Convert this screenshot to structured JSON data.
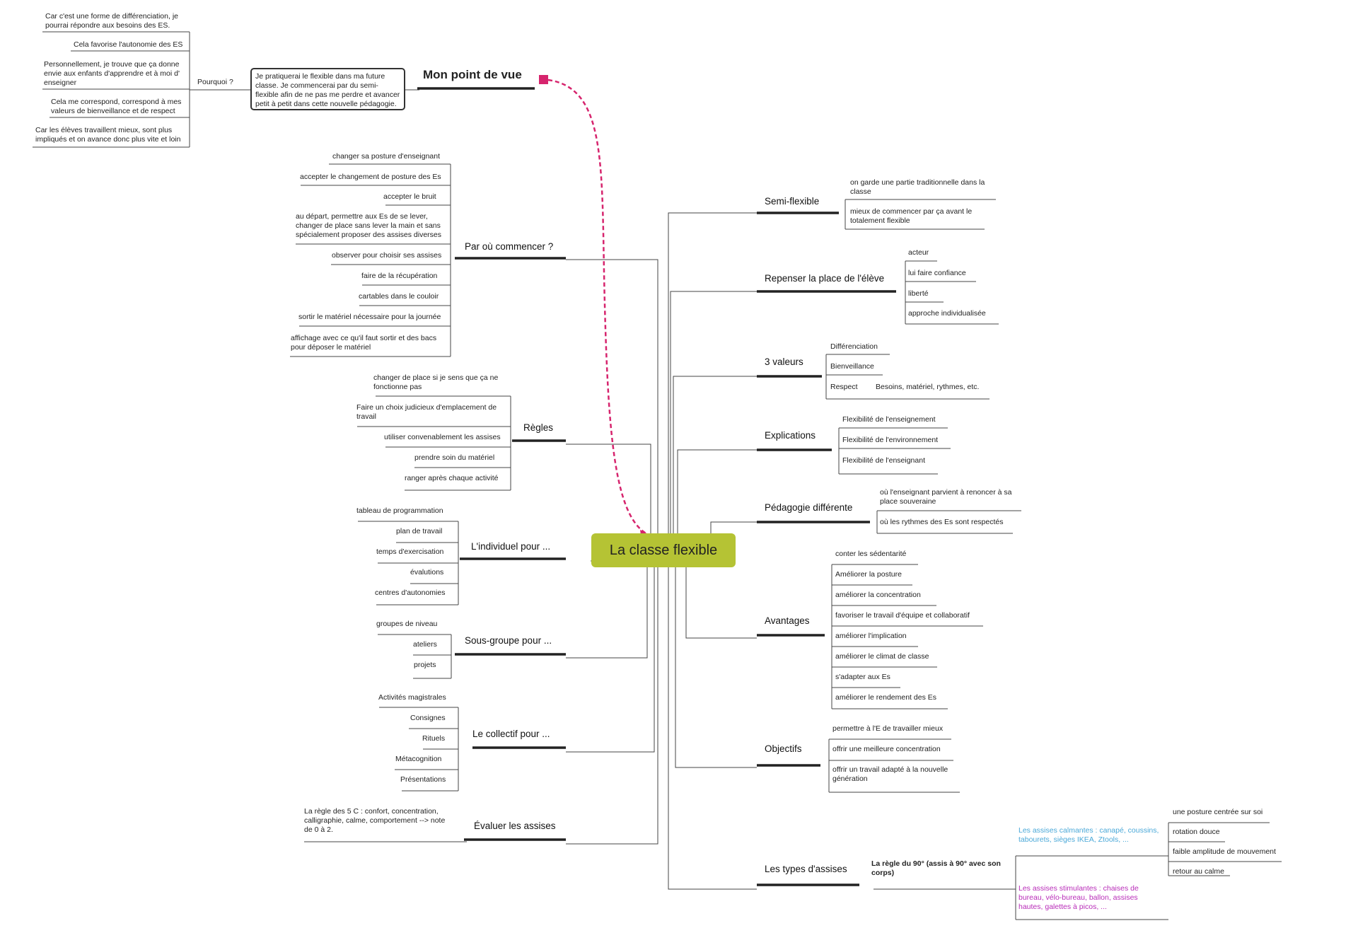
{
  "colors": {
    "center_fill": "#b5c334",
    "relationship": "#d6246d",
    "calm": "#4aa8d8",
    "stim": "#b82cb8",
    "line": "#333333"
  },
  "center": {
    "title": "La classe flexible"
  },
  "point_de_vue": {
    "title": "Mon point de vue",
    "text": "Je pratiquerai le flexible dans ma future classe. Je commencerai par du semi-flexible afin de ne pas me perdre et avancer petit à petit dans cette nouvelle pédagogie.",
    "why_label": "Pourquoi ?",
    "reasons": [
      "Car c'est une forme de différenciation, je pourrai répondre aux besoins des ES.",
      "Cela favorise l'autonomie des ES",
      "Personnellement, je trouve que ça donne envie aux enfants d'apprendre et à moi d' enseigner",
      "Cela me correspond, correspond à mes valeurs de bienveillance et de respect",
      "Car les élèves travaillent mieux, sont plus impliqués et on avance donc plus vite et loin"
    ]
  },
  "left_topics": {
    "par_ou": {
      "title": "Par où commencer ?",
      "items": [
        "changer sa posture d'enseignant",
        "accepter le changement de posture des Es",
        "accepter le bruit",
        "au départ, permettre aux Es de se lever, changer de place sans lever la main et sans spécialement proposer des assises diverses",
        "observer pour choisir ses assises",
        "faire de la récupération",
        "cartables dans le couloir",
        "sortir le matériel nécessaire pour la journée",
        "affichage avec ce qu'il faut sortir et des bacs pour déposer le matériel"
      ]
    },
    "regles": {
      "title": "Règles",
      "items": [
        "changer de place si je sens que ça ne fonctionne pas",
        "Faire un choix judicieux d'emplacement de travail",
        "utiliser convenablement les assises",
        "prendre soin du matériel",
        "ranger après chaque activité"
      ]
    },
    "individuel": {
      "title": "L'individuel pour ...",
      "items": [
        "tableau de programmation",
        "plan de travail",
        "temps d'exercisation",
        "évalutions",
        "centres d'autonomies"
      ]
    },
    "sous_groupe": {
      "title": "Sous-groupe pour ...",
      "items": [
        "groupes de niveau",
        "ateliers",
        "projets"
      ]
    },
    "collectif": {
      "title": "Le collectif pour ...",
      "items": [
        "Activités magistrales",
        "Consignes",
        "Rituels",
        "Métacognition",
        "Présentations"
      ]
    },
    "evaluer": {
      "title": "Évaluer les assises",
      "items": [
        "La règle des 5 C : confort, concentration, calligraphie, calme, comportement --> note de 0 à 2."
      ]
    }
  },
  "right_topics": {
    "semi": {
      "title": "Semi-flexible",
      "items": [
        "on garde une partie traditionnelle dans la classe",
        "mieux de commencer par ça avant le totalement flexible"
      ]
    },
    "repenser": {
      "title": "Repenser la place de l'élève",
      "items": [
        "acteur",
        "lui faire confiance",
        "liberté",
        "approche individualisée"
      ]
    },
    "valeurs": {
      "title": "3 valeurs",
      "items": [
        "Différenciation",
        "Bienveillance",
        "Respect"
      ],
      "respect_detail": "Besoins, matériel, rythmes, etc."
    },
    "explications": {
      "title": "Explications",
      "items": [
        "Flexibilité de l'enseignement",
        "Flexibilité de l'environnement",
        "Flexibilité de l'enseignant"
      ]
    },
    "pedagogie": {
      "title": "Pédagogie différente",
      "items": [
        "où l'enseignant parvient à renoncer à sa place souveraine",
        "où les rythmes des Es sont respectés"
      ]
    },
    "avantages": {
      "title": "Avantages",
      "items": [
        "conter les sédentarité",
        "Améliorer la posture",
        "améliorer la concentration",
        "favoriser le travail d'équipe et collaboratif",
        "améliorer l'implication",
        "améliorer le climat de classe",
        "s'adapter aux Es",
        "améliorer le rendement des Es"
      ]
    },
    "objectifs": {
      "title": "Objectifs",
      "items": [
        "permettre à l'E de travailler mieux",
        "offrir une meilleure concentration",
        "offrir un travail adapté à la nouvelle génération"
      ]
    },
    "types": {
      "title": "Les types d'assises",
      "rule": "La règle du 90° (assis à 90° avec son corps)",
      "calm": "Les assises calmantes : canapé, coussins, tabourets, sièges IKEA, Ztools, ...",
      "stim": "Les assises stimulantes : chaises de bureau, vélo-bureau, ballon, assises hautes, galettes à picos, ...",
      "stim_items": [
        "une posture centrée sur soi",
        "rotation douce",
        "faible amplitude de mouvement",
        "retour au calme"
      ]
    }
  }
}
